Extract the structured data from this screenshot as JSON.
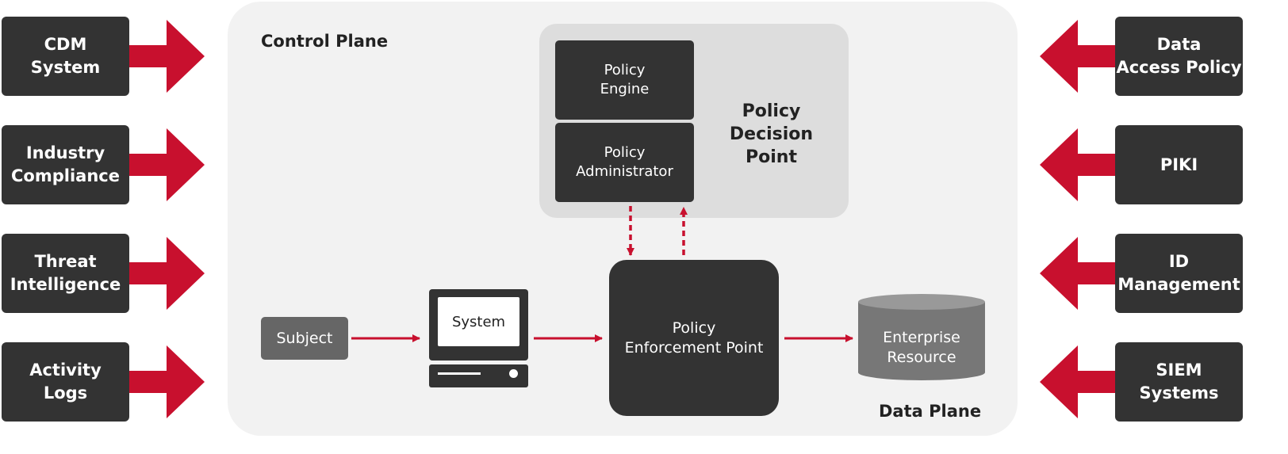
{
  "control_plane": {
    "label": "Control Plane",
    "data_plane_label": "Data Plane"
  },
  "policy_decision_point": {
    "label": "Policy\nDecision Point",
    "policy_engine": "Policy\nEngine",
    "policy_administrator": "Policy\nAdministrator"
  },
  "flow": {
    "subject": "Subject",
    "system": "System",
    "pep": "Policy\nEnforcement Point",
    "resource": "Enterprise\nResource"
  },
  "left_inputs": [
    "CDM\nSystem",
    "Industry\nCompliance",
    "Threat\nIntelligence",
    "Activity\nLogs"
  ],
  "right_inputs": [
    "Data\nAccess Policy",
    "PIKI",
    "ID\nManagement",
    "SIEM\nSystems"
  ],
  "colors": {
    "accent_red": "#c8102e",
    "dark_box": "#333333",
    "panel": "#f2f2f2",
    "pdp_panel": "#dddddd",
    "subject_box": "#666666",
    "resource": "#777777"
  }
}
